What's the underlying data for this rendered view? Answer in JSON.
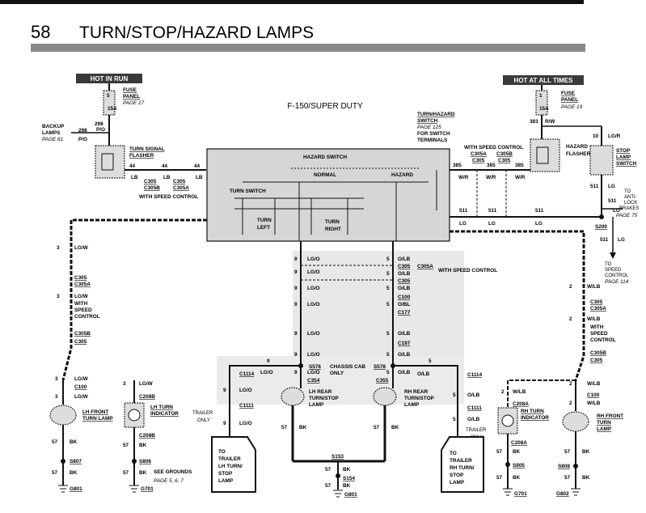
{
  "page_number": "58",
  "page_title": "TURN/STOP/HAZARD LAMPS",
  "model": "F-150/SUPER DUTY",
  "hot_in_run": "HOT IN RUN",
  "hot_at_all_times": "HOT AT ALL TIMES",
  "left_fuse": {
    "label": "FUSE",
    "label2": "PANEL",
    "page": "PAGE 17",
    "num": "5",
    "amp": "15A"
  },
  "right_fuse": {
    "label": "FUSE",
    "label2": "PANEL",
    "page": "PAGE 19",
    "num": "1",
    "amp": "15A"
  },
  "backup_lamps": {
    "l1": "BACKUP",
    "l2": "LAMPS",
    "page": "PAGE 61"
  },
  "turn_flasher": {
    "l1": "TURN SIGNAL",
    "l2": "FLASHER"
  },
  "hazard_flasher": {
    "l1": "HAZARD",
    "l2": "FLASHER"
  },
  "stop_lamp_switch": {
    "l1": "STOP",
    "l2": "LAMP",
    "l3": "SWITCH"
  },
  "turn_hazard_switch": {
    "l1": "TURN/HAZARD",
    "l2": "SWITCH",
    "page": "PAGE 125",
    "l3": "FOR SWITCH",
    "l4": "TERMINALS"
  },
  "switch_box": {
    "hazard": "HAZARD SWITCH",
    "normal": "NORMAL",
    "hazard2": "HAZARD",
    "turn": "TURN SWITCH",
    "tl1": "TURN",
    "tl2": "LEFT",
    "tr1": "TURN",
    "tr2": "RIGHT"
  },
  "with_speed_control": "WITH SPEED CONTROL",
  "wires": {
    "w298": "298",
    "po": "P/O",
    "po2": "P/O",
    "w383": "383",
    "rw": "R/W",
    "w44a": "44",
    "w44b": "44",
    "w44c": "44",
    "lb1": "LB",
    "lb2": "LB",
    "lb3": "LB",
    "w10": "10",
    "lgr": "LG/R",
    "w385a": "385",
    "w385b": "385",
    "w385c": "385",
    "wr1": "W/R",
    "wr2": "W/R",
    "wr3": "W/R",
    "w511a": "511",
    "w511b": "511",
    "w511c": "511",
    "w511d": "511",
    "w511e": "511",
    "w511f": "511",
    "lg1": "LG",
    "lg2": "LG",
    "lg3": "LG",
    "lg4": "LG",
    "lg5": "LG",
    "w3a": "3",
    "lgw1": "LG/W",
    "w3b": "3",
    "lgw2": "LG/W",
    "w3c": "3",
    "lgw3": "LG/W",
    "w3d": "3",
    "lgw4": "LG/W",
    "w9a": "9",
    "lgo1": "LG/O",
    "w9b": "9",
    "lgo2": "LG/O",
    "w9c": "9",
    "lgo3": "LG/O",
    "w9d": "9",
    "lgo4": "LG/O",
    "w9e": "9",
    "lgo5": "LG/O",
    "w9f": "9",
    "lgo6": "LG/O",
    "w9g": "9",
    "w9h": "9",
    "lgo7": "LG/O",
    "w9i": "9",
    "lgo8": "LG/O",
    "w9j": "9",
    "lgo9": "LG/O",
    "w5a": "5",
    "olb1": "O/LB",
    "w5b": "5",
    "olb2": "O/LB",
    "w5c": "5",
    "olb3": "O/LB",
    "w5d": "5",
    "obl": "O/BL",
    "w5e": "5",
    "olb4": "O/LB",
    "w5f": "5",
    "olb5": "O/LB",
    "w5g": "5",
    "olb6": "O/LB",
    "w5h": "5",
    "w5i": "5",
    "olb7": "O/LB",
    "w5j": "5",
    "olb8": "O/LB",
    "w5k": "5",
    "olb9": "O/LB",
    "w2a": "2",
    "wlb1": "W/LB",
    "w2b": "2",
    "wlb2": "W/LB",
    "w2c": "2",
    "wlb3": "W/LB",
    "w2d": "2",
    "wlb4": "W/LB",
    "w2e": "2",
    "wlb5": "W/LB",
    "w57a": "57",
    "bk1": "BK",
    "w57b": "57",
    "bk2": "BK",
    "w57c": "57",
    "bk3": "BK",
    "w57d": "57",
    "bk4": "BK",
    "w57e": "57",
    "bk5": "BK",
    "w57f": "57",
    "bk6": "BK",
    "w57g": "57",
    "bk7": "BK",
    "w57h": "57",
    "bk8": "BK",
    "w57i": "57",
    "bk9": "BK",
    "w57j": "57",
    "bk10": "BK",
    "w57k": "57",
    "bk11": "BK",
    "w57l": "57",
    "bk12": "BK"
  },
  "connectors": {
    "c305a1": "C305",
    "c305b1": "C305B",
    "c305c": "C305",
    "c305a2": "C305A",
    "c305a3": "C305A",
    "c305d": "C305",
    "c305b2": "C305B",
    "c305e": "C305",
    "c305f": "C305",
    "c305a4": "C305A",
    "c305g": "C305",
    "c305h": "C305",
    "c100a": "C100",
    "c177": "C177",
    "c197": "C197",
    "c305i": "C305",
    "c305a5": "C305A",
    "c305b3": "C305B",
    "c305j": "C305",
    "c305k": "C305",
    "c305a6": "C305A",
    "c305b4": "C305B",
    "c305l": "C305",
    "c100b": "C100",
    "c100c": "C100",
    "c208b1": "C208B",
    "c208b2": "C208B",
    "c208a1": "C208A",
    "c208a2": "C208A",
    "c1114a": "C1114",
    "c1111a": "C1111",
    "c1114b": "C1114",
    "c1111b": "C1111",
    "c354": "C354",
    "c355": "C355"
  },
  "splices": {
    "s576": "S576",
    "s578": "S578",
    "s200": "S200",
    "s807": "S807",
    "s806": "S806",
    "s153": "S153",
    "s154": "S154",
    "s805": "S805",
    "s808": "S808"
  },
  "grounds": {
    "g801a": "G801",
    "g701a": "G701",
    "g801b": "G801",
    "g701b": "G701",
    "g802": "G802"
  },
  "chassis_cab": {
    "l1": "CHASSIS CAB",
    "l2": "ONLY"
  },
  "lamps": {
    "lh_front": {
      "l1": "LH FRONT",
      "l2": "TURN LAMP"
    },
    "lh_turn_ind": {
      "l1": "LH TURN",
      "l2": "INDICATOR"
    },
    "lh_rear": {
      "l1": "LH REAR",
      "l2": "TURN/STOP",
      "l3": "LAMP"
    },
    "rh_rear": {
      "l1": "RH REAR",
      "l2": "TURN/STOP",
      "l3": "LAMP"
    },
    "rh_turn_ind": {
      "l1": "RH TURN",
      "l2": "INDICATOR"
    },
    "rh_front": {
      "l1": "RH FRONT",
      "l2": "TURN",
      "l3": "LAMP"
    }
  },
  "trailer_left": {
    "only1": "TRAILER",
    "only2": "ONLY",
    "l1": "TO",
    "l2": "TRAILER",
    "l3": "LH TURN/",
    "l4": "STOP",
    "l5": "LAMP"
  },
  "trailer_right": {
    "only1": "TRAILER",
    "only2": "ONLY",
    "l1": "TO",
    "l2": "TRAILER",
    "l3": "RH TURN/",
    "l4": "STOP",
    "l5": "LAMP"
  },
  "anti_lock": {
    "l1": "TO",
    "l2": "ANTI-",
    "l3": "LOCK",
    "l4": "BRAKES",
    "page": "PAGE 75"
  },
  "speed_control": {
    "l1": "TO",
    "l2": "SPEED",
    "l3": "CONTROL",
    "page": "PAGE 114"
  },
  "see_grounds": {
    "l1": "SEE GROUNDS",
    "page": "PAGE 5, 6, 7"
  },
  "lh_with_speed": {
    "l1": "WITH",
    "l2": "SPEED",
    "l3": "CONTROL"
  },
  "rh_with_speed": {
    "l1": "WITH",
    "l2": "SPEED",
    "l3": "CONTROL"
  },
  "colors": {
    "header_bar": "#8a8a8a",
    "shade": "#d6d6d6",
    "label_bg": "#3a3a3a",
    "ink": "#111111"
  }
}
